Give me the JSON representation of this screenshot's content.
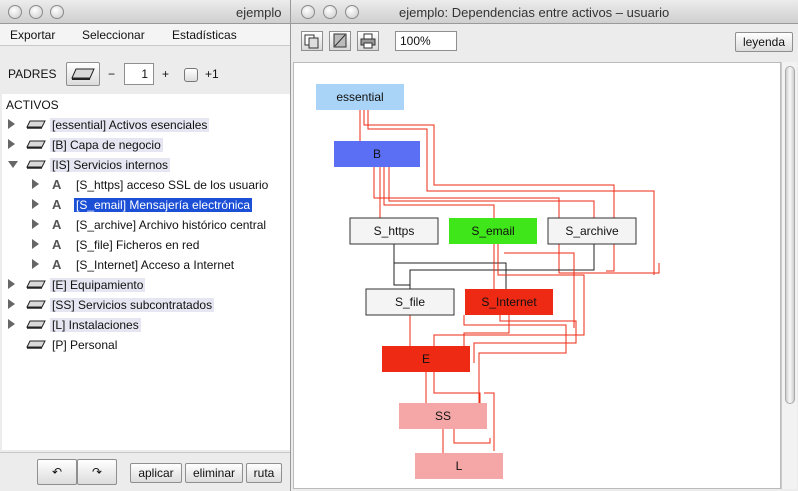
{
  "left_window": {
    "title": "ejemplo",
    "menu": [
      "Exportar",
      "Seleccionar",
      "Estadísticas"
    ],
    "padres": {
      "label": "PADRES",
      "minus": "−",
      "value": "1",
      "plus": "+",
      "plus_one_label": "+1"
    },
    "tree_root": "ACTIVOS",
    "tree": [
      {
        "label": "[essential] Activos esenciales",
        "expanded": false,
        "indent": 0,
        "icon": "layer-icon"
      },
      {
        "label": "[B] Capa de negocio",
        "expanded": false,
        "indent": 0,
        "icon": "layer-icon"
      },
      {
        "label": "[IS] Servicios internos",
        "expanded": true,
        "indent": 0,
        "icon": "layer-icon"
      },
      {
        "label": "[S_https] acceso SSL de los usuario",
        "expanded": false,
        "indent": 1,
        "icon": "asset-icon"
      },
      {
        "label": "[S_email] Mensajería electrónica",
        "expanded": false,
        "indent": 1,
        "icon": "asset-icon",
        "selected": true
      },
      {
        "label": "[S_archive] Archivo histórico central",
        "expanded": false,
        "indent": 1,
        "icon": "asset-icon"
      },
      {
        "label": "[S_file] Ficheros en red",
        "expanded": false,
        "indent": 1,
        "icon": "asset-icon"
      },
      {
        "label": "[S_Internet] Acceso a Internet",
        "expanded": false,
        "indent": 1,
        "icon": "asset-icon"
      },
      {
        "label": "[E] Equipamiento",
        "expanded": false,
        "indent": 0,
        "icon": "layer-icon"
      },
      {
        "label": "[SS] Servicios subcontratados",
        "expanded": false,
        "indent": 0,
        "icon": "layer-icon"
      },
      {
        "label": "[L] Instalaciones",
        "expanded": false,
        "indent": 0,
        "icon": "layer-icon"
      },
      {
        "label": "[P] Personal",
        "expanded": false,
        "indent": 0,
        "icon": "layer-icon",
        "leaf": true
      }
    ],
    "bottom": {
      "undo_icon": "undo-icon",
      "redo_icon": "redo-icon",
      "apply": "aplicar",
      "delete": "eliminar",
      "route": "ruta"
    }
  },
  "right_window": {
    "title": "ejemplo: Dependencias entre activos – usuario",
    "toolbar": {
      "copy_icon": "copy-icon",
      "save_icon": "save-image-icon",
      "print_icon": "print-icon",
      "zoom": "100%",
      "legend": "leyenda"
    },
    "graph": {
      "nodes": [
        {
          "id": "essential",
          "label": "essential",
          "color": "#a9d4f7"
        },
        {
          "id": "B",
          "label": "B",
          "color": "#5b6ff5"
        },
        {
          "id": "S_https",
          "label": "S_https",
          "color": "#f4f4f4"
        },
        {
          "id": "S_email",
          "label": "S_email",
          "color": "#3fe61a"
        },
        {
          "id": "S_archive",
          "label": "S_archive",
          "color": "#f4f4f4"
        },
        {
          "id": "S_file",
          "label": "S_file",
          "color": "#f4f4f4"
        },
        {
          "id": "S_Internet",
          "label": "S_Internet",
          "color": "#ee2a14"
        },
        {
          "id": "E",
          "label": "E",
          "color": "#ee2a14"
        },
        {
          "id": "SS",
          "label": "SS",
          "color": "#f5a7a7"
        },
        {
          "id": "L",
          "label": "L",
          "color": "#f5a7a7"
        }
      ],
      "edge_colors": {
        "dependency": "#ee2a14",
        "other": "#222222"
      }
    }
  }
}
